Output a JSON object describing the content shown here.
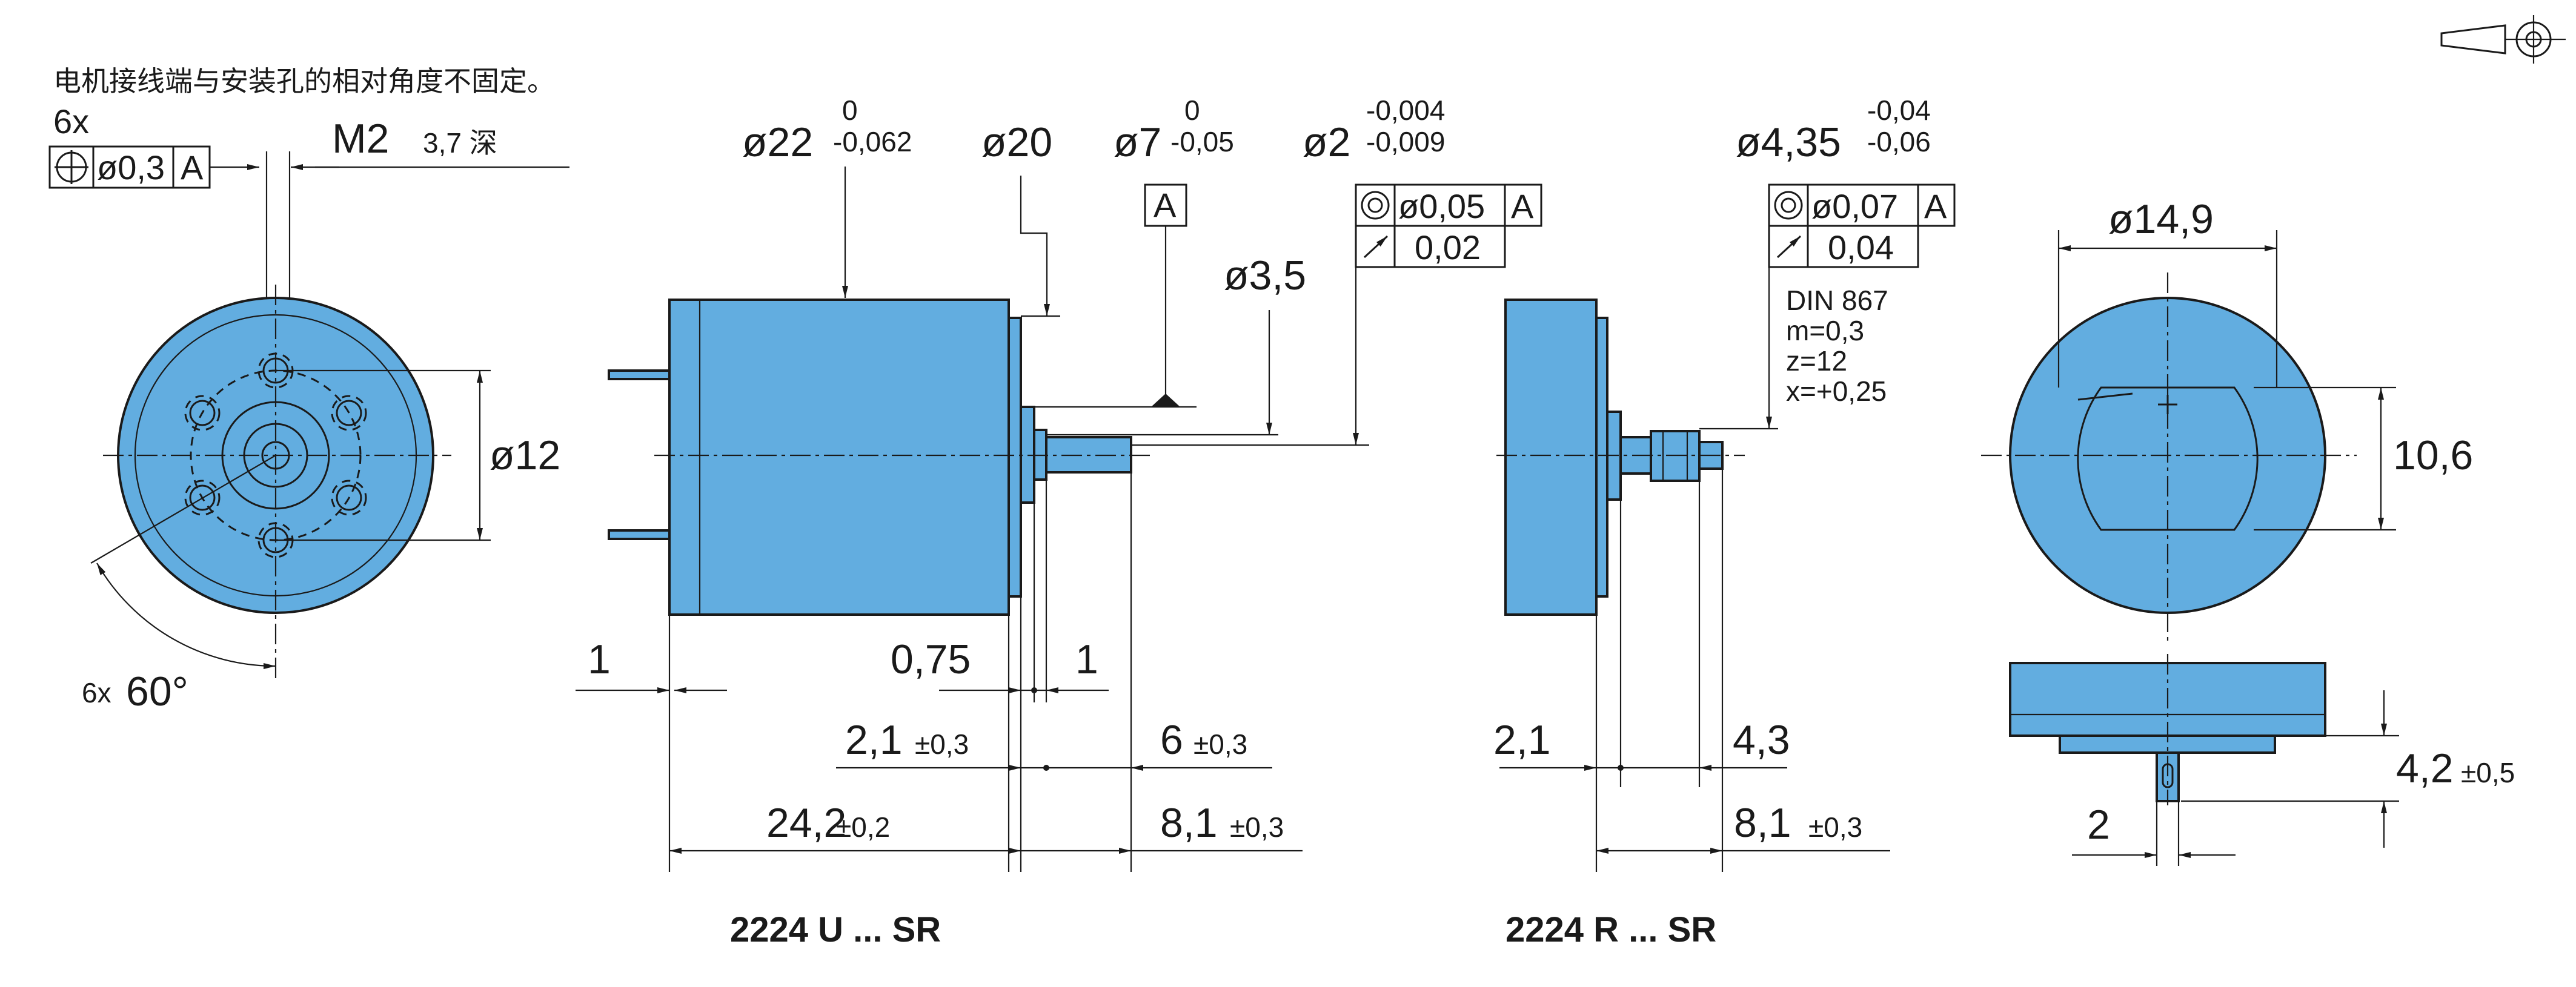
{
  "note": "电机接线端与安装孔的相对角度不固定。",
  "front_view": {
    "count_label": "6x",
    "tolerance_frame": [
      "ø0,3",
      "A"
    ],
    "thread_label": "M2",
    "thread_depth": "3,7 深",
    "diameter_label": "ø12",
    "angle_count": "6x",
    "angle_value": "60°"
  },
  "side_view_u": {
    "dia22": "ø22",
    "dia22_tol_upper": "0",
    "dia22_tol_lower": "-0,062",
    "dia20": "ø20",
    "dia7": "ø7",
    "dia7_tol_upper": "0",
    "dia7_tol_lower": "-0,05",
    "dia2": "ø2",
    "dia2_tol_upper": "-0,004",
    "dia2_tol_lower": "-0,009",
    "datum": "A",
    "dia35": "ø3,5",
    "frame_row1": [
      "ø0,05",
      "A"
    ],
    "frame_row2": [
      "0,02"
    ],
    "dim_1_left": "1",
    "dim_075": "0,75",
    "dim_1_right": "1",
    "dim_21": "2,1",
    "dim_21_tol": "±0,3",
    "dim_6": "6",
    "dim_6_tol": "±0,3",
    "dim_242": "24,2",
    "dim_242_tol": "±0,2",
    "dim_81": "8,1",
    "dim_81_tol": "±0,3",
    "caption": "2224 U ... SR"
  },
  "side_view_r": {
    "dia435": "ø4,35",
    "dia435_tol_upper": "-0,04",
    "dia435_tol_lower": "-0,06",
    "frame_row1": [
      "ø0,07",
      "A"
    ],
    "frame_row2": [
      "0,04"
    ],
    "gear_spec": [
      "DIN 867",
      "m=0,3",
      "z=12",
      "x=+0,25"
    ],
    "dim_21": "2,1",
    "dim_43": "4,3",
    "dim_81": "8,1",
    "dim_81_tol": "±0,3",
    "caption": "2224 R ... SR"
  },
  "rear_view": {
    "dia149": "ø14,9",
    "dim_106": "10,6",
    "dim_42": "4,2",
    "dim_42_tol": "±0,5",
    "dim_2": "2"
  },
  "colors": {
    "body": "#62ade0",
    "line": "#1a1a1a",
    "background": "#ffffff"
  },
  "icons": [
    "projection-symbol-icon",
    "flatness-circle-icon",
    "runout-arrow-icon",
    "position-tolerance-icon"
  ]
}
